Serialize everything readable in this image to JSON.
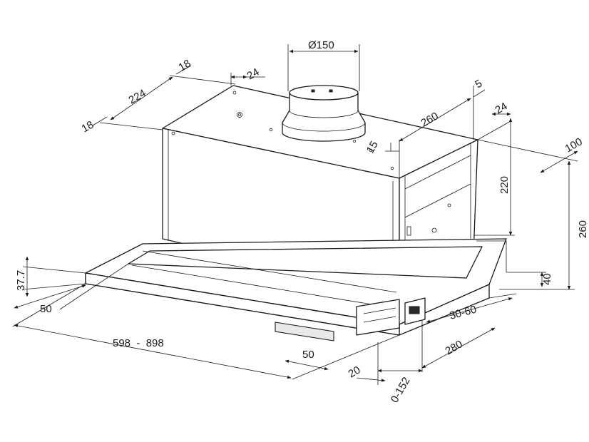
{
  "dimensions": {
    "duct_diameter": "Ø150",
    "side_offset_left": "18",
    "depth_left": "224",
    "side_offset_right": "18",
    "flange_24_top": "24",
    "depth_260": "260",
    "offset_5": "5",
    "offset_24_right": "24",
    "offset_15": "15",
    "height_220": "220",
    "offset_100": "100",
    "height_260": "260",
    "height_40": "40",
    "front_37_7": "37.7",
    "front_50_left": "50",
    "width_range": "598  -  898",
    "front_50_right": "50",
    "front_20": "20",
    "slide_0_152": "0-152",
    "depth_280": "280",
    "depth_30_60": "30-60"
  }
}
